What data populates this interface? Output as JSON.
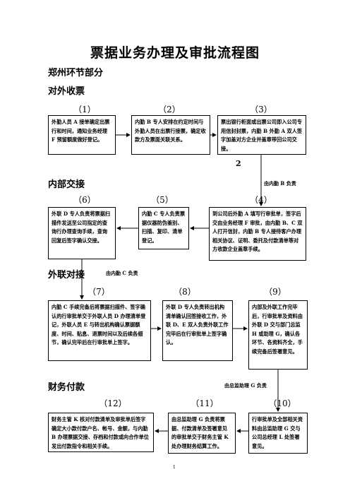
{
  "title": "票据业务办理及审批流程图",
  "section_main": "郑州环节部分",
  "sections": {
    "external_collection": "对外收票",
    "internal_handover": "内部交接",
    "external_liaison": "外联对接",
    "finance_payment": "财务付款"
  },
  "notes": {
    "internal_handover_owner": "由内勤 B 负责",
    "external_liaison_owner": "由内勤 C 负责",
    "finance_payment_owner": "由总监助理 G 负责",
    "step_marker_2": "2"
  },
  "steps": {
    "s1": {
      "num": "（1）",
      "text": "外勤人员 A 接单确定出票time"
    },
    "s2": {
      "num": "（2）",
      "text": ""
    },
    "s3": {
      "num": "（3）",
      "text": ""
    },
    "s4": {
      "num": "（4）",
      "text": ""
    },
    "s5": {
      "num": "（5）",
      "text": ""
    },
    "s6": {
      "num": "（6）",
      "text": ""
    },
    "s7": {
      "num": "（7）",
      "text": ""
    },
    "s8": {
      "num": "（8）",
      "text": ""
    },
    "s9": {
      "num": "（9）",
      "text": ""
    },
    "s10": {
      "num": "（10）",
      "text": ""
    },
    "s11": {
      "num": "（11）",
      "text": ""
    },
    "s12": {
      "num": "（12）",
      "text": ""
    }
  },
  "page_number": "1"
}
